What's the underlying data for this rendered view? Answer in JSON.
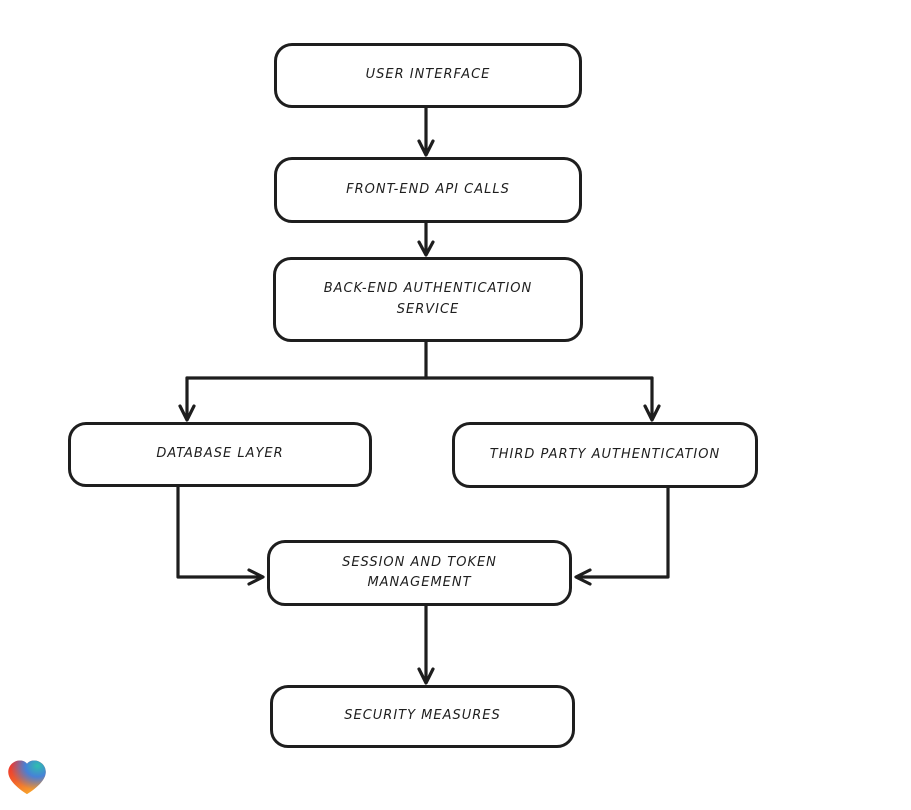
{
  "diagram": {
    "title": "Authentication architecture flowchart",
    "style": {
      "stroke_color": "#1e1e1e",
      "node_fill": "#ffffff",
      "background": "#ffffff"
    },
    "nodes": [
      {
        "id": "user-interface",
        "label": "USER INTERFACE"
      },
      {
        "id": "front-end-api-calls",
        "label": "FRONT-END API CALLS"
      },
      {
        "id": "back-end-authentication-service",
        "label": "BACK-END AUTHENTICATION SERVICE"
      },
      {
        "id": "database-layer",
        "label": "DATABASE LAYER"
      },
      {
        "id": "third-party-authentication",
        "label": "THIRD PARTY AUTHENTICATION"
      },
      {
        "id": "session-and-token-management",
        "label": "SESSION AND TOKEN MANAGEMENT"
      },
      {
        "id": "security-measures",
        "label": "SECURITY MEASURES"
      }
    ],
    "edges": [
      {
        "from": "user-interface",
        "to": "front-end-api-calls"
      },
      {
        "from": "front-end-api-calls",
        "to": "back-end-authentication-service"
      },
      {
        "from": "back-end-authentication-service",
        "to": "database-layer"
      },
      {
        "from": "back-end-authentication-service",
        "to": "third-party-authentication"
      },
      {
        "from": "database-layer",
        "to": "session-and-token-management"
      },
      {
        "from": "third-party-authentication",
        "to": "session-and-token-management"
      },
      {
        "from": "session-and-token-management",
        "to": "security-measures"
      }
    ]
  },
  "branding": {
    "logo": "heart-logo",
    "colors": {
      "red": "#ee2b2e",
      "orange": "#f7a02c",
      "teal": "#2fbfae",
      "blue": "#3e83e0"
    }
  }
}
